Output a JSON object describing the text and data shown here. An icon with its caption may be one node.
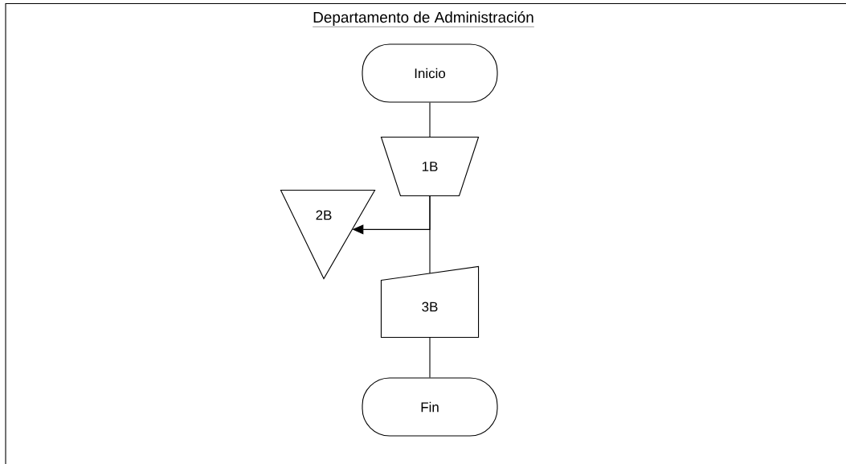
{
  "diagram": {
    "title": "Departamento de Administración",
    "nodes": [
      {
        "text": [
          "Inicio"
        ]
      },
      {
        "text": [
          "1B"
        ]
      },
      {
        "text": [
          "2B"
        ]
      },
      {
        "text": [
          "3B"
        ]
      },
      {
        "text": [
          "Fin"
        ]
      }
    ],
    "edges": [
      {
        "from": 0,
        "to": 1,
        "arrow": "none"
      },
      {
        "from": 1,
        "to": 2,
        "arrow": "to"
      },
      {
        "from": 1,
        "to": 3,
        "arrow": "none"
      },
      {
        "from": 3,
        "to": 4,
        "arrow": "none"
      }
    ]
  }
}
